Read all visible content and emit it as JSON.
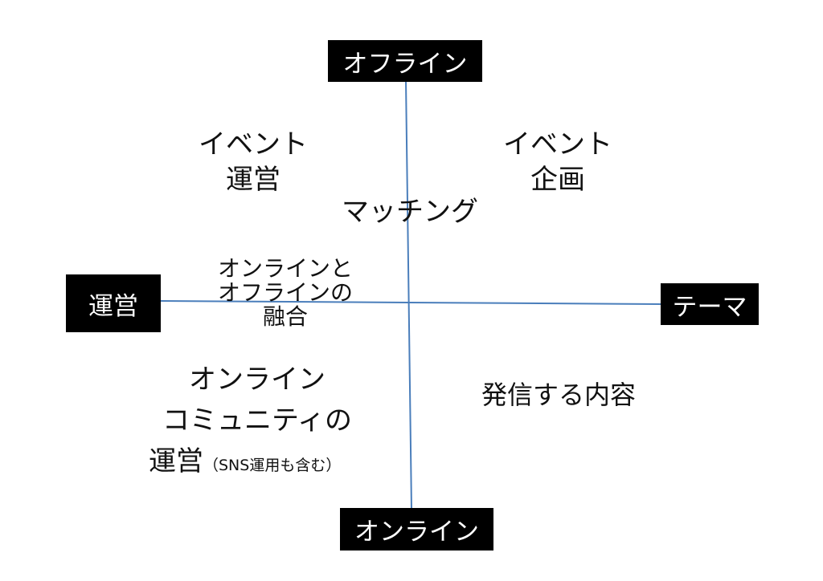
{
  "axes": {
    "top": "オフライン",
    "bottom": "オンライン",
    "left": "運営",
    "right": "テーマ",
    "line_color": "#4a7ebb"
  },
  "quadrant_labels": {
    "event_operation": [
      "イベント",
      "運営"
    ],
    "event_planning": [
      "イベント",
      "企画"
    ],
    "matching": "マッチング",
    "fusion": [
      "オンラインと",
      "オフラインの",
      "融合"
    ],
    "online_community": [
      "オンライン",
      "コミュニティの",
      "運営"
    ],
    "online_community_note": "（SNS運用も含む）",
    "content": "発信する内容"
  }
}
